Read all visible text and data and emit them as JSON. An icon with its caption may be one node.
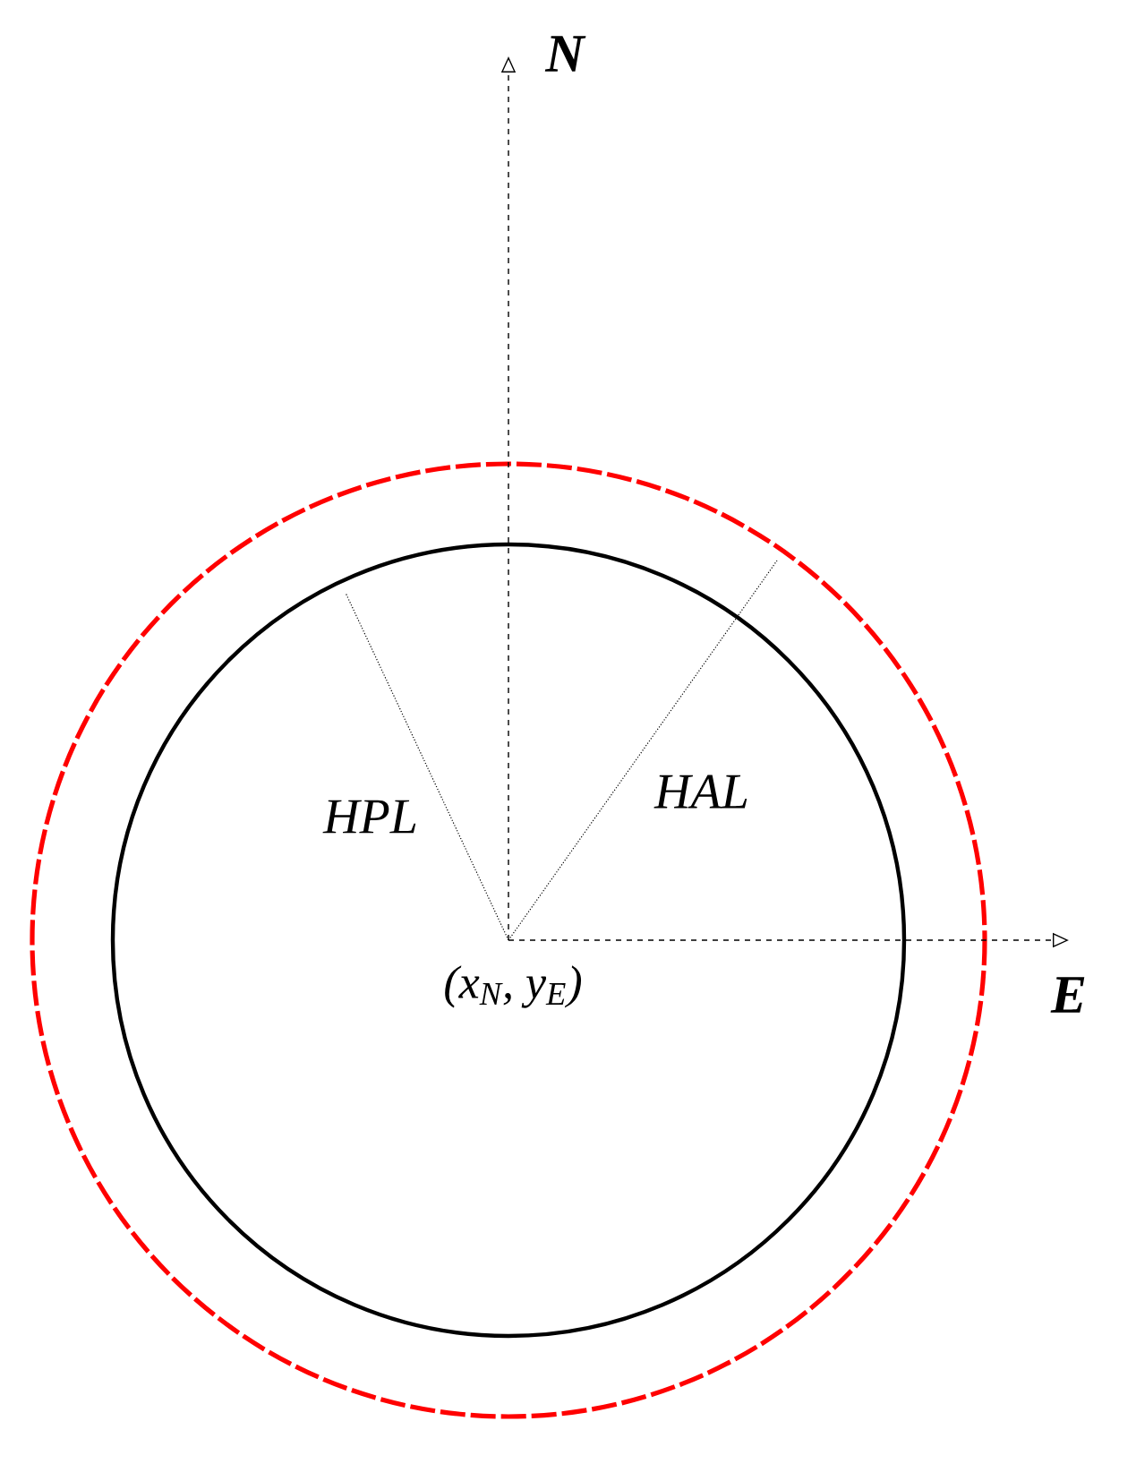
{
  "diagram": {
    "labels": [
      "N",
      "HPL",
      "HAL",
      "E",
      "(x$_{N}$, y$_{E}$)"
    ]
  }
}
